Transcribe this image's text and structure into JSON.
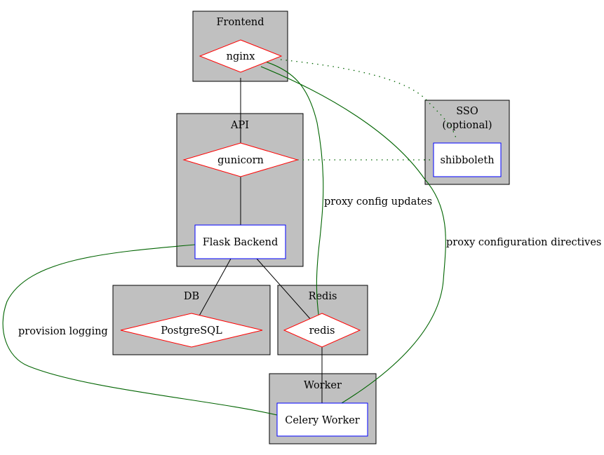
{
  "clusters": {
    "frontend": "Frontend",
    "api": "API",
    "sso_line1": "SSO",
    "sso_line2": "(optional)",
    "db": "DB",
    "redis": "Redis",
    "worker": "Worker"
  },
  "nodes": {
    "nginx": "nginx",
    "gunicorn": "gunicorn",
    "flask": "Flask Backend",
    "shibboleth": "shibboleth",
    "postgresql": "PostgreSQL",
    "redis": "redis",
    "celery": "Celery Worker"
  },
  "edge_labels": {
    "proxy_config_updates": "proxy config updates",
    "proxy_configuration_directives": "proxy configuration directives",
    "provision_logging": "provision logging"
  },
  "colors": {
    "cluster_fill": "#c0c0c0",
    "diamond_border": "#ff0000",
    "rect_border": "#0000ff",
    "edge_green": "#006400"
  }
}
